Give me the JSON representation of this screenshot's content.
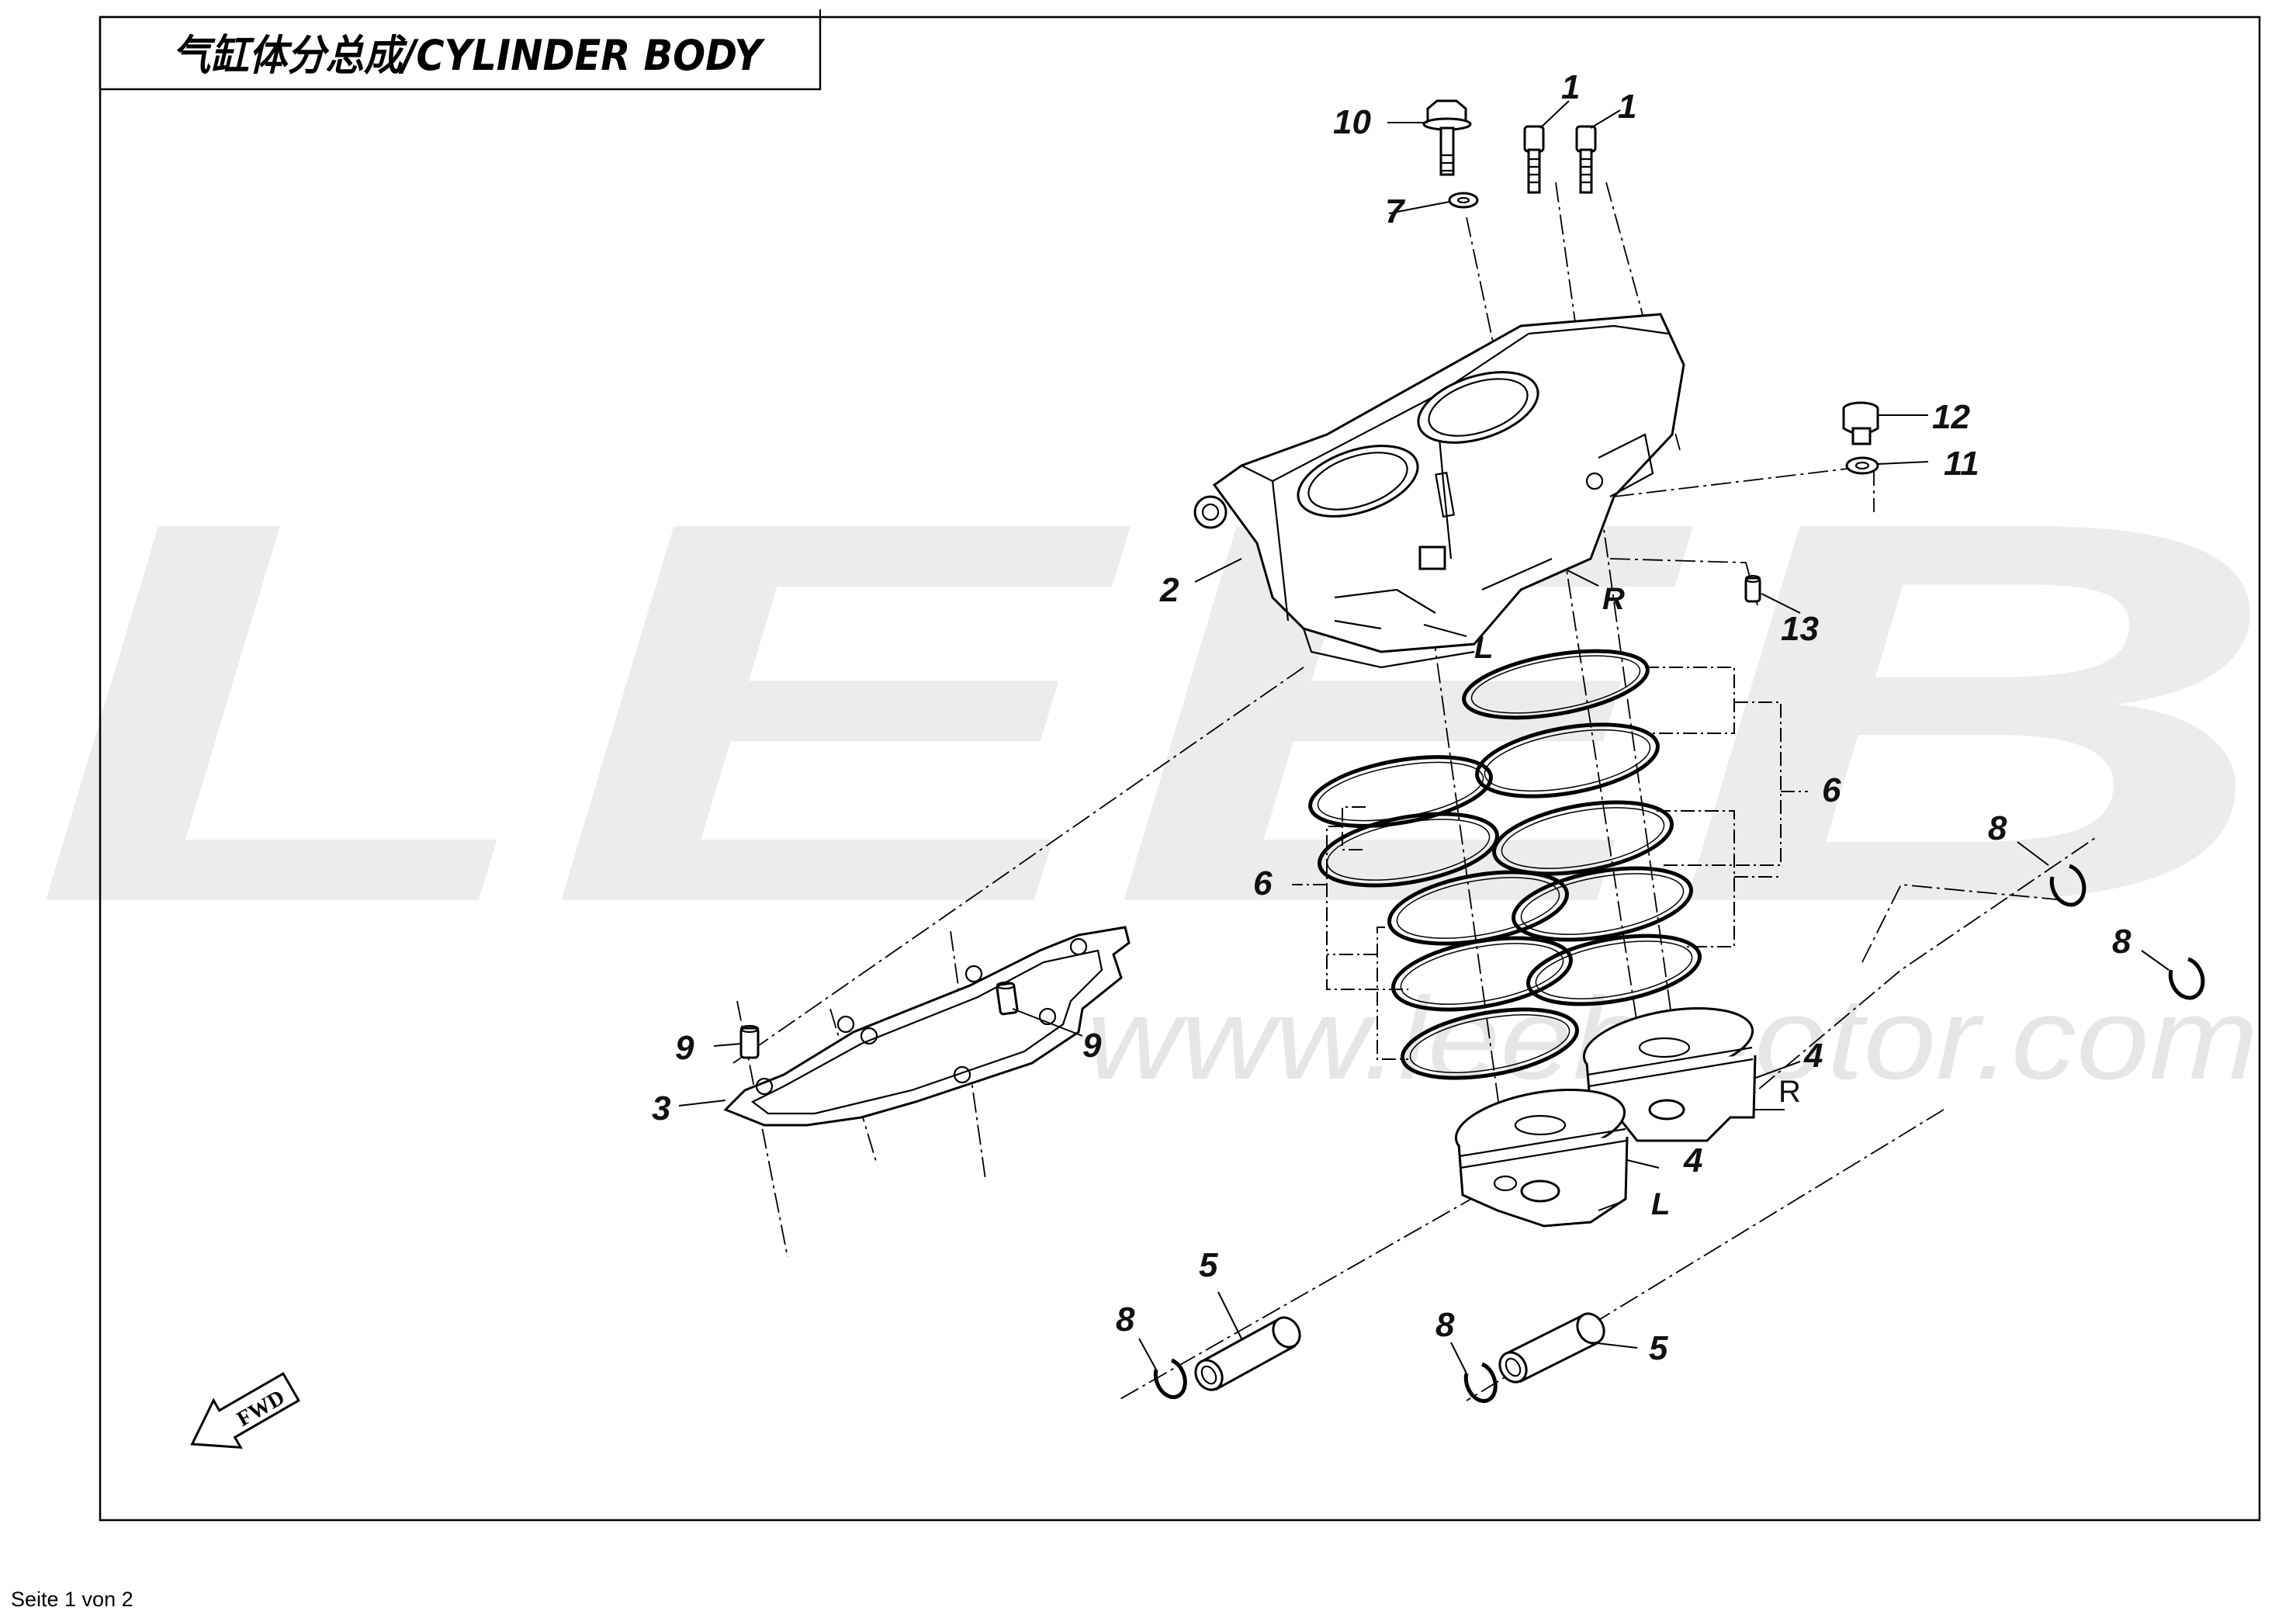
{
  "title": "气缸体分总成/CYLINDER BODY",
  "watermark": {
    "brand": "LEEB",
    "url": "www.leebmotor.com"
  },
  "fwd_label": "FWD",
  "footer": "Seite 1 von 2",
  "callouts": {
    "bolt_1a": "1",
    "bolt_1b": "1",
    "bolt_10": "10",
    "washer_7": "7",
    "plug_12": "12",
    "washer_11": "11",
    "cylinder_2": "2",
    "pin_13": "13",
    "rings_6_right": "6",
    "rings_6_left": "6",
    "gasket_3": "3",
    "dowel_9_left": "9",
    "dowel_9_right": "9",
    "piston_4_right": "4",
    "piston_4_left": "4",
    "pin_5_left": "5",
    "pin_5_right": "5",
    "clip_8_top1": "8",
    "clip_8_top2": "8",
    "clip_8_bottom_left": "8",
    "clip_8_bottom_mid": "8"
  },
  "side_labels": {
    "cylinder_R": "R",
    "cylinder_L": "L",
    "piston_R": "R",
    "piston_L": "L"
  },
  "colors": {
    "line": "#000000",
    "watermark": "#ececec",
    "background": "#ffffff"
  }
}
